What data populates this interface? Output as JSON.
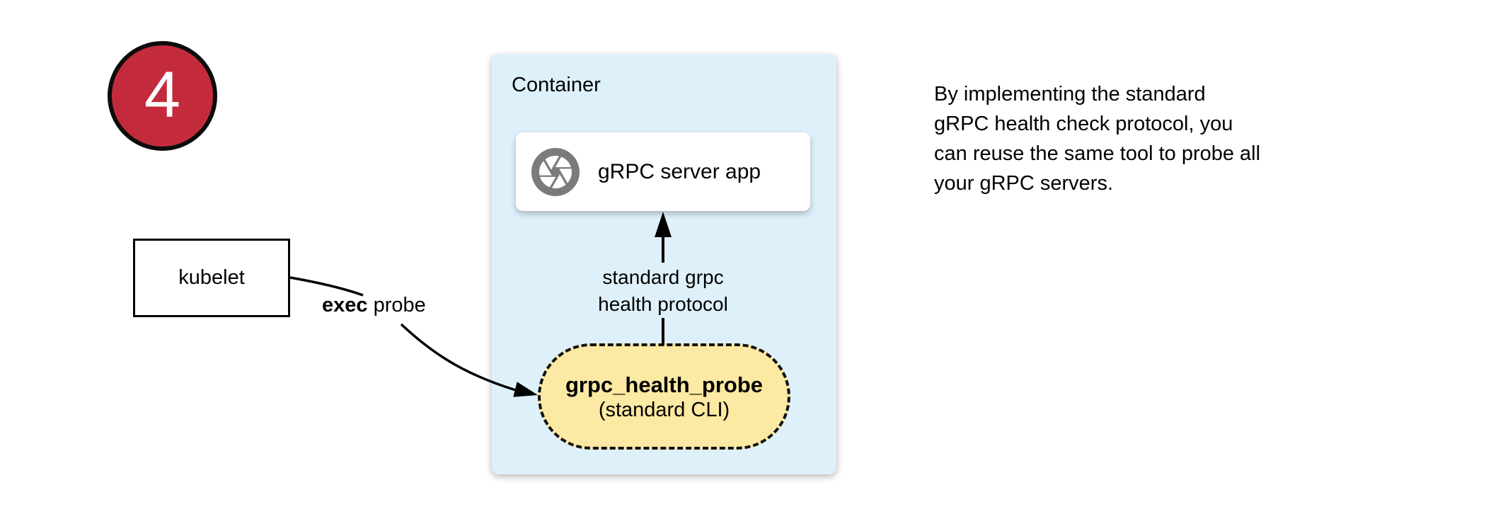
{
  "badge": {
    "number": "4",
    "fill": "#c32b3c"
  },
  "container": {
    "label": "Container",
    "fill": "#def1fb",
    "server_box": {
      "label": "gRPC server app",
      "icon": "grpc-shutter-icon",
      "icon_color": "#7b7b7b"
    },
    "health_arrow_label": {
      "line1": "standard grpc",
      "line2": "health protocol"
    },
    "probe_pill": {
      "name": "grpc_health_probe",
      "sub": "(standard CLI)",
      "fill": "#fce9a3"
    }
  },
  "kubelet": {
    "label": "kubelet"
  },
  "exec_probe": {
    "bold": "exec",
    "rest": " probe"
  },
  "note": {
    "lines": [
      "By implementing the standard",
      "gRPC health check protocol, you",
      "can reuse the same tool to probe all",
      "your gRPC servers."
    ]
  }
}
